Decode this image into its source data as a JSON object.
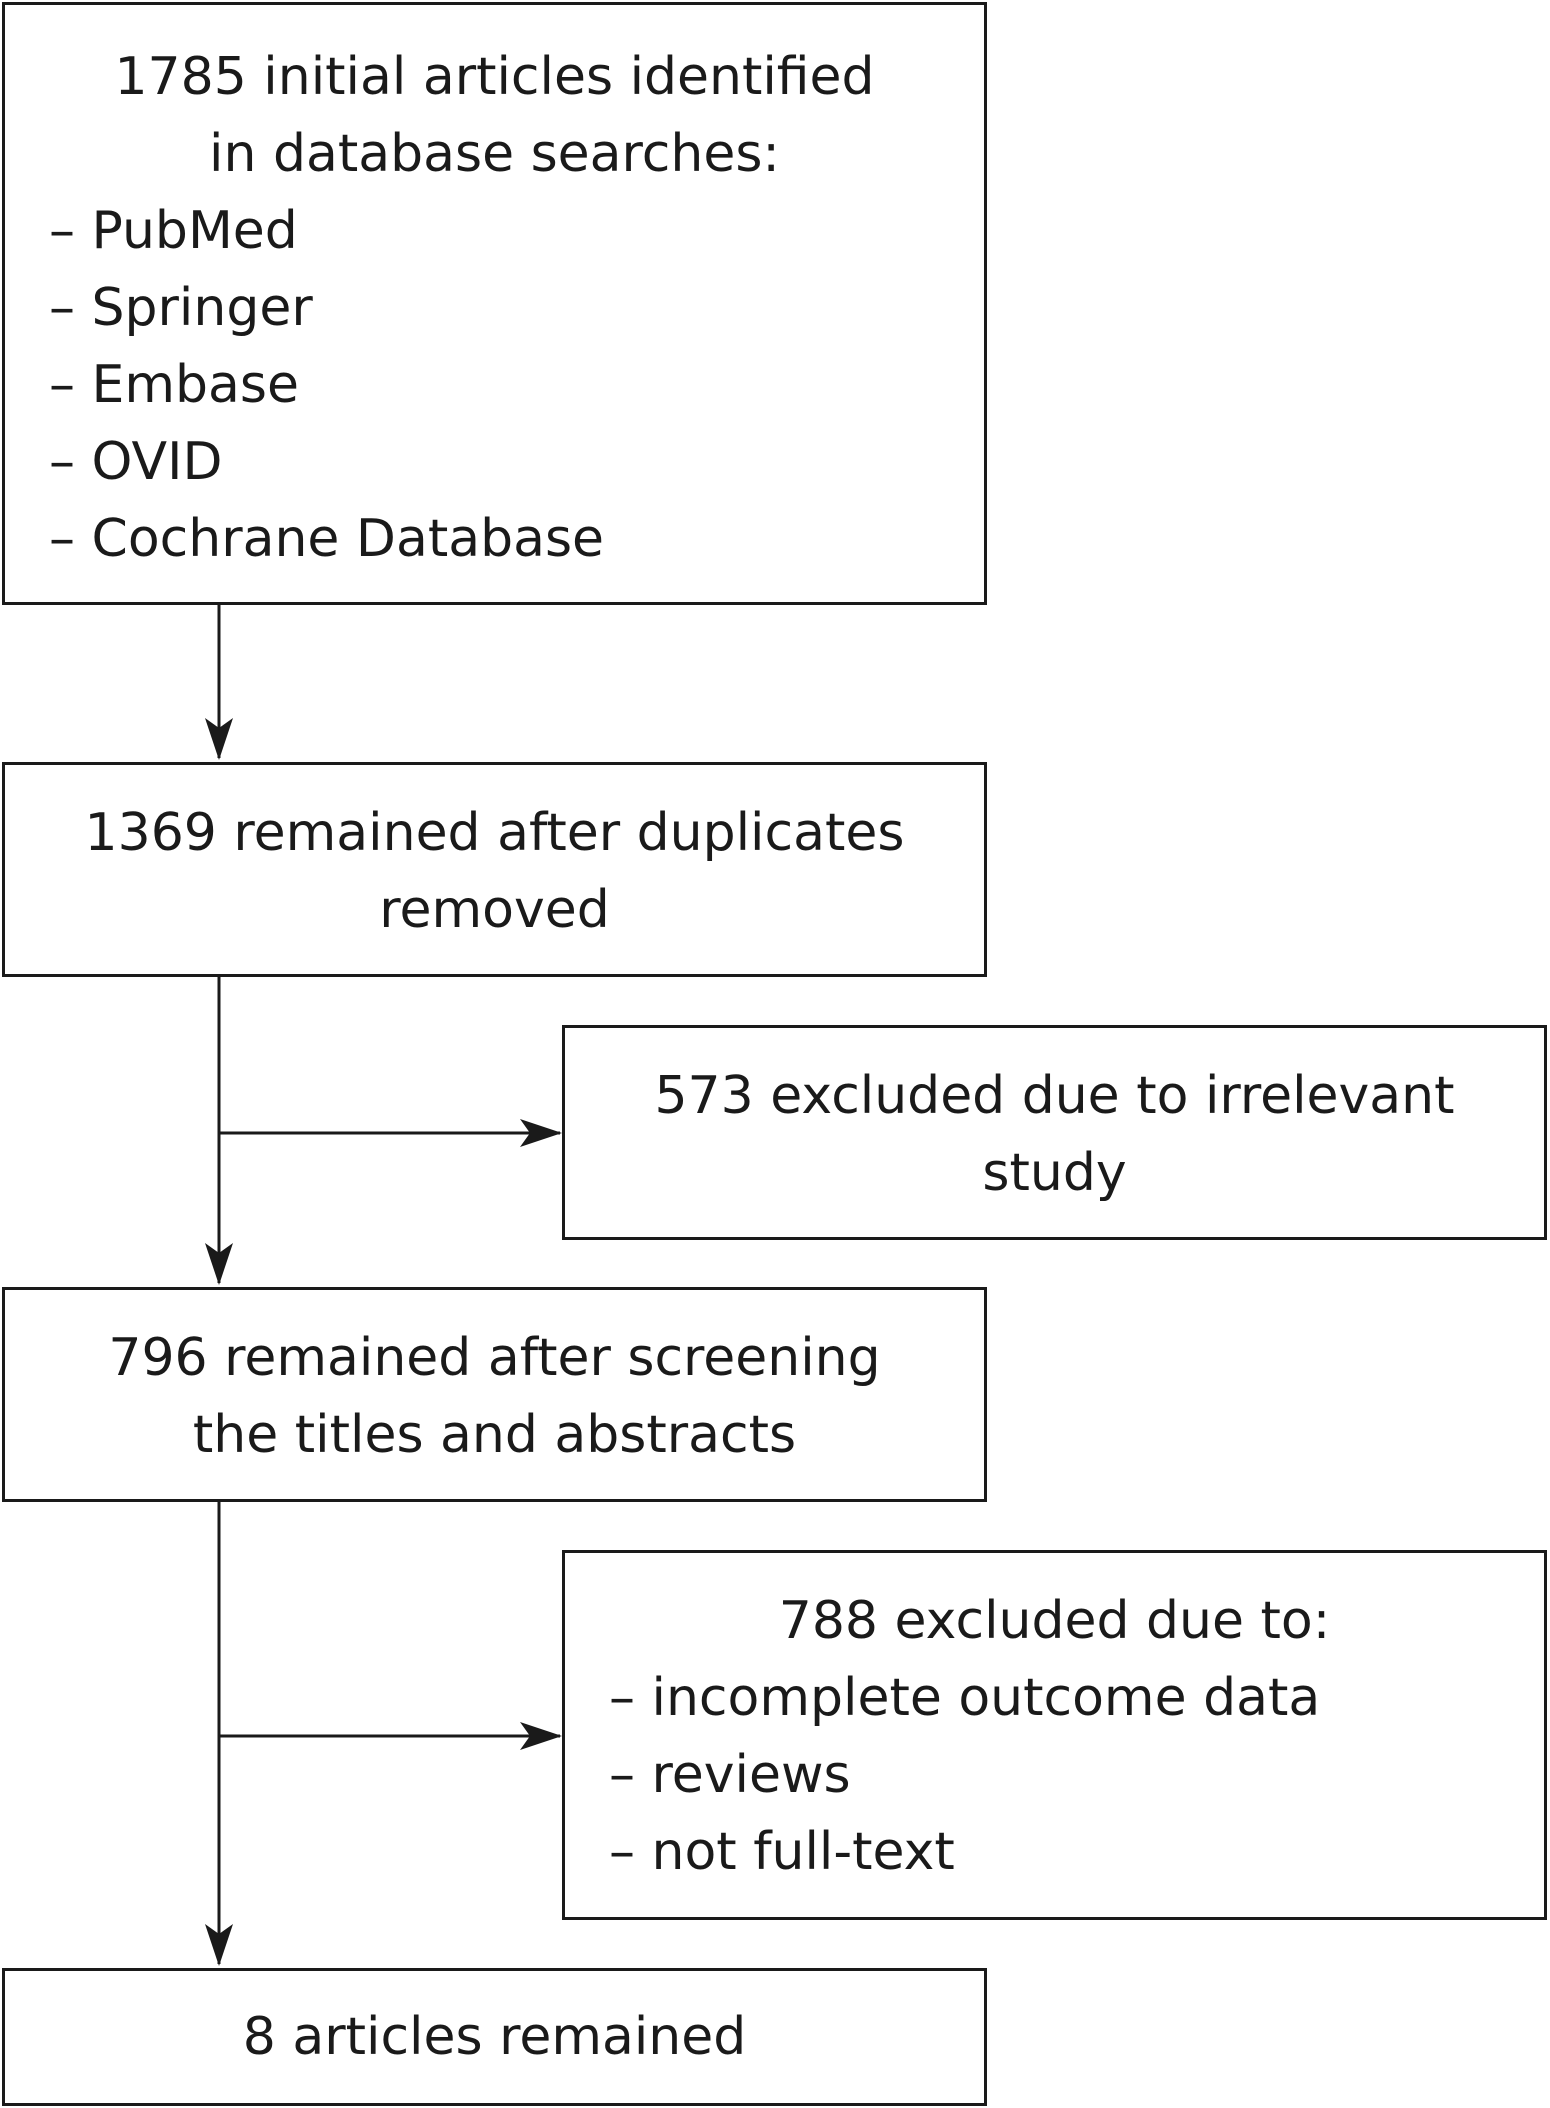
{
  "identified": {
    "heading": [
      "1785 initial articles identified",
      "in database searches:"
    ],
    "items": [
      "– PubMed",
      "– Springer",
      "– Embase",
      "– OVID",
      "– Cochrane Database"
    ]
  },
  "dedup": {
    "lines": [
      "1369 remained after duplicates",
      "removed"
    ]
  },
  "excluded_irrelevant": {
    "lines": [
      "573 excluded due to irrelevant",
      "study"
    ]
  },
  "screened": {
    "lines": [
      "796 remained after screening",
      "the titles and abstracts"
    ]
  },
  "excluded_reasons": {
    "heading": "788 excluded due to:",
    "items": [
      "– incomplete outcome data",
      "– reviews",
      "– not full-text"
    ]
  },
  "final": {
    "text": "8 articles remained"
  }
}
